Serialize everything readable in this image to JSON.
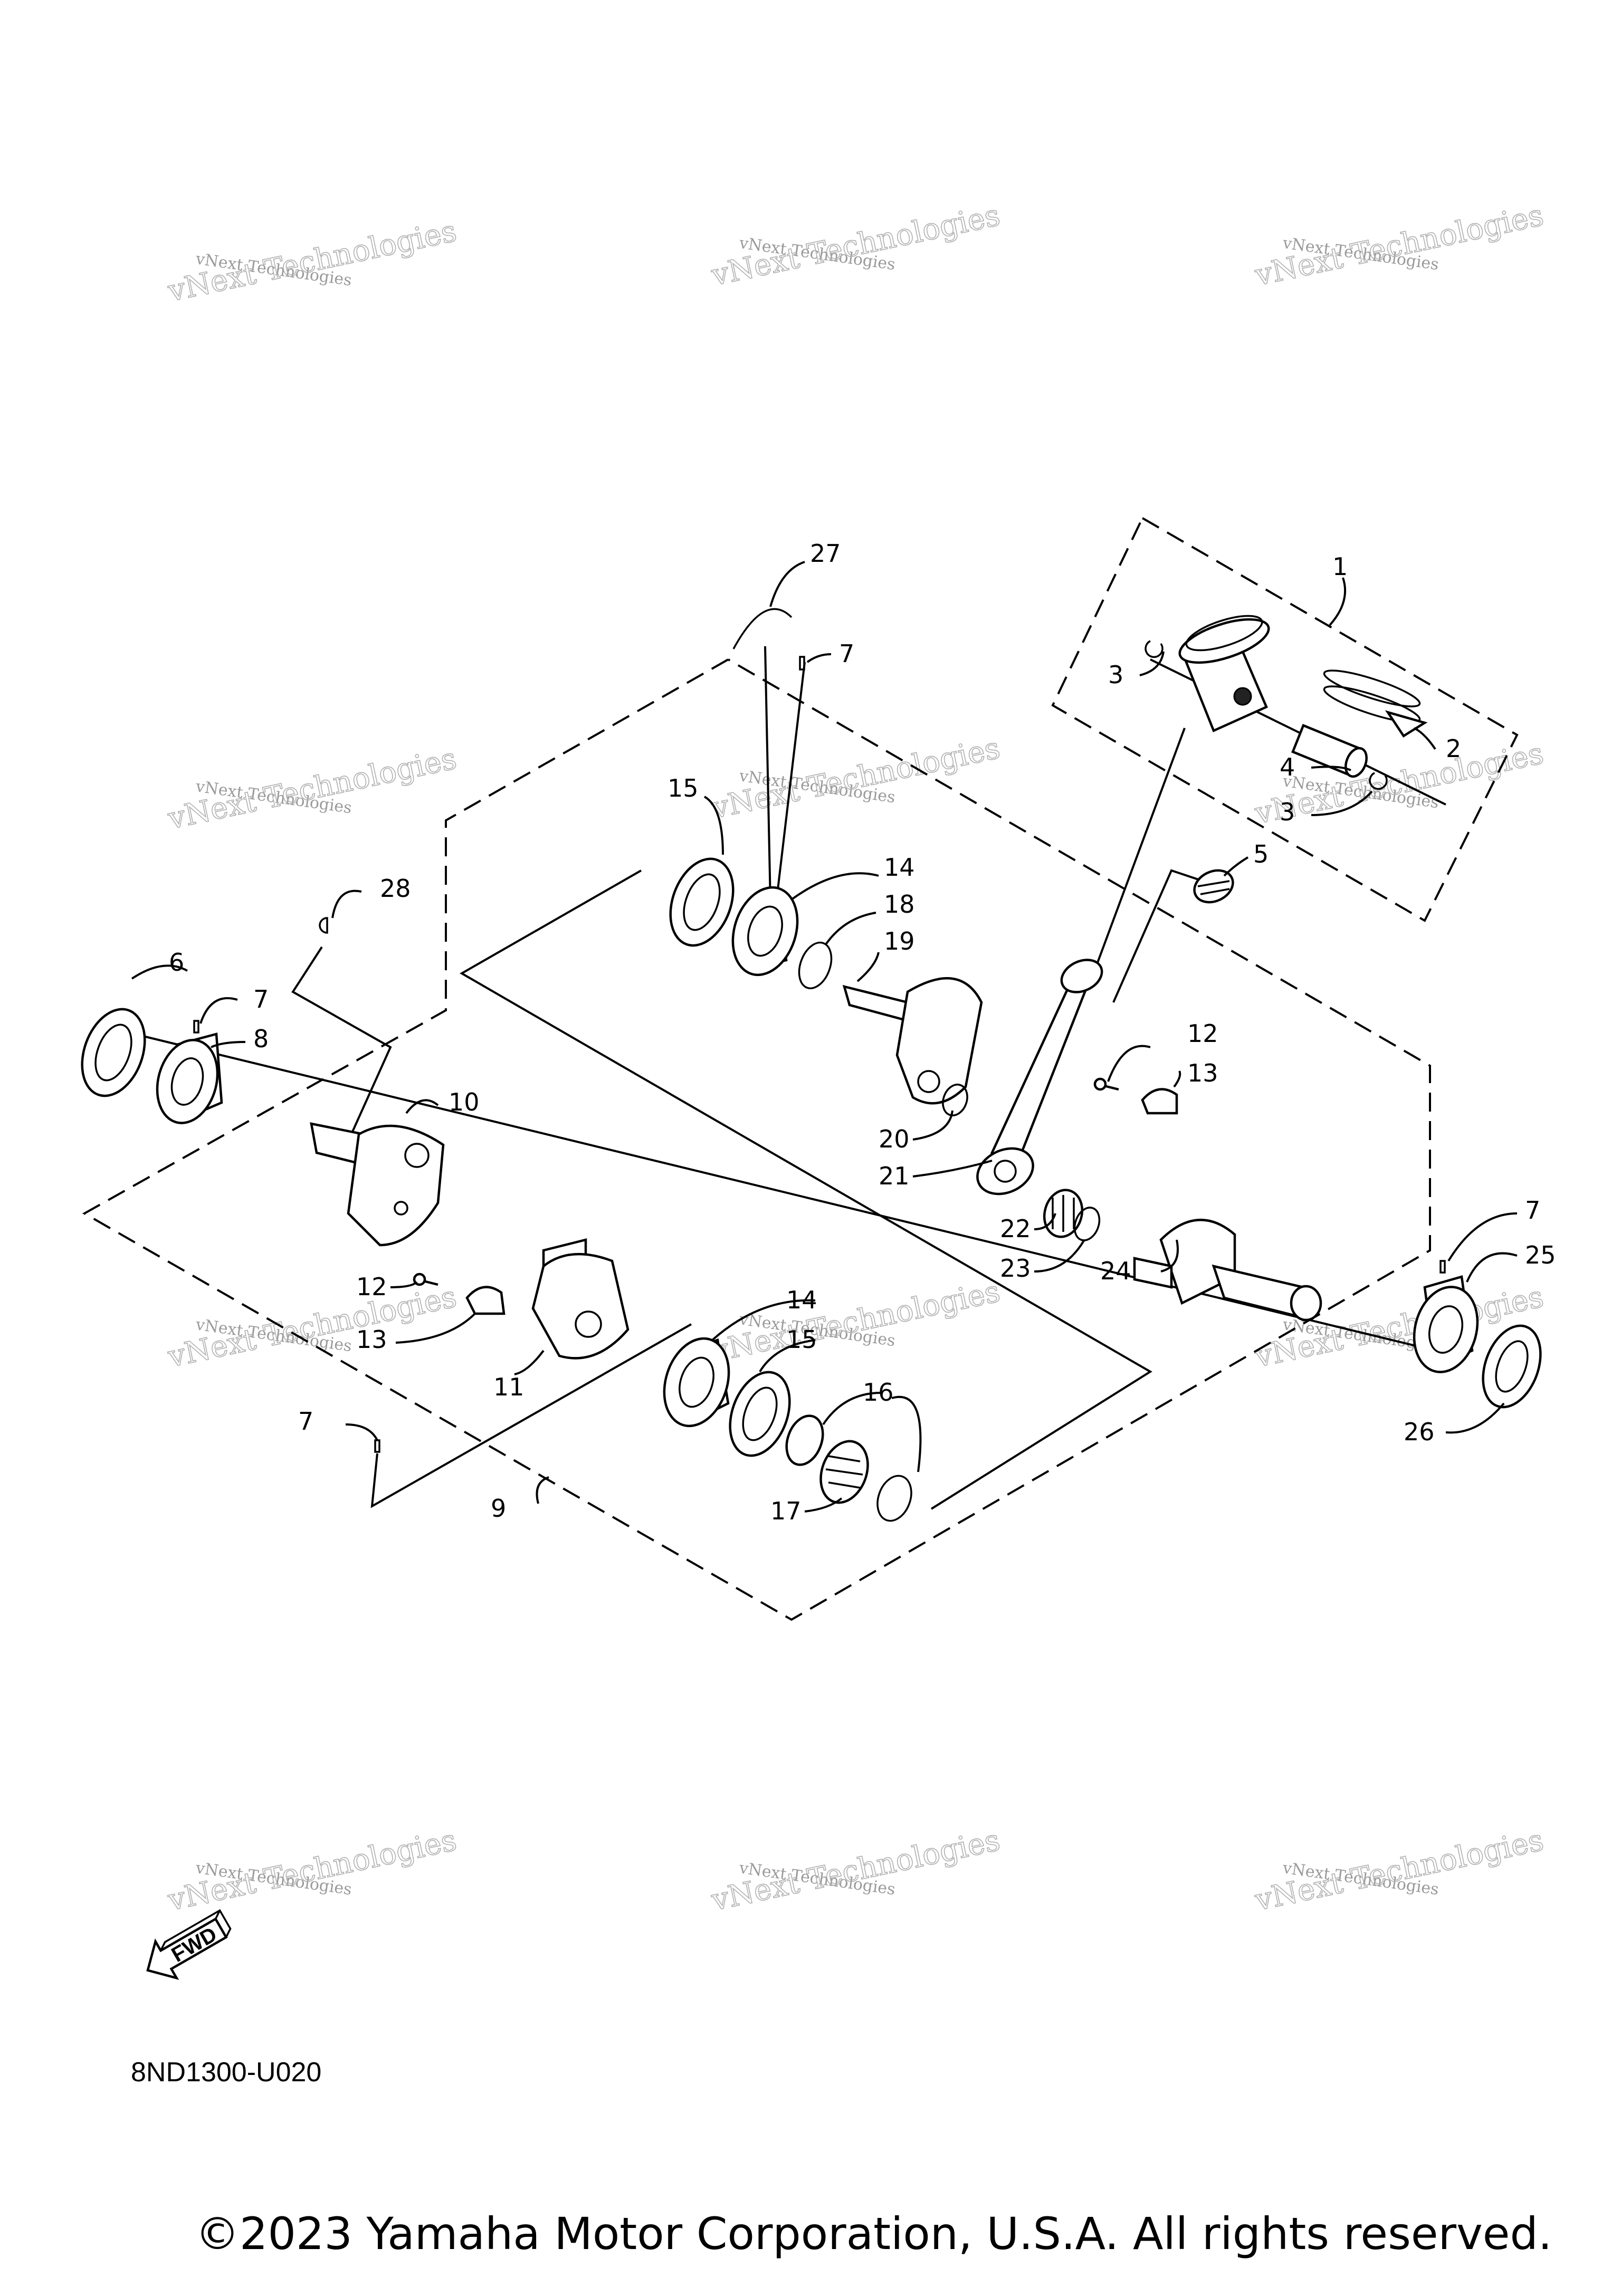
{
  "diagram_code": "8ND1300-U020",
  "copyright": "©2023 Yamaha Motor Corporation, U.S.A. All rights reserved.",
  "fwd_label": "FWD",
  "watermark": {
    "line1": "vNext Technologies",
    "line2": "vNext Technologies"
  },
  "callouts": {
    "c1": "1",
    "c2": "2",
    "c3a": "3",
    "c3b": "3",
    "c4": "4",
    "c5": "5",
    "c6": "6",
    "c7a": "7",
    "c7b": "7",
    "c7c": "7",
    "c7d": "7",
    "c8": "8",
    "c9": "9",
    "c10": "10",
    "c11": "11",
    "c12a": "12",
    "c12b": "12",
    "c13a": "13",
    "c13b": "13",
    "c14a": "14",
    "c14b": "14",
    "c15a": "15",
    "c15b": "15",
    "c16": "16",
    "c17": "17",
    "c18": "18",
    "c19": "19",
    "c20": "20",
    "c21": "21",
    "c22": "22",
    "c23": "23",
    "c24": "24",
    "c25": "25",
    "c26": "26",
    "c27": "27",
    "c28": "28"
  }
}
